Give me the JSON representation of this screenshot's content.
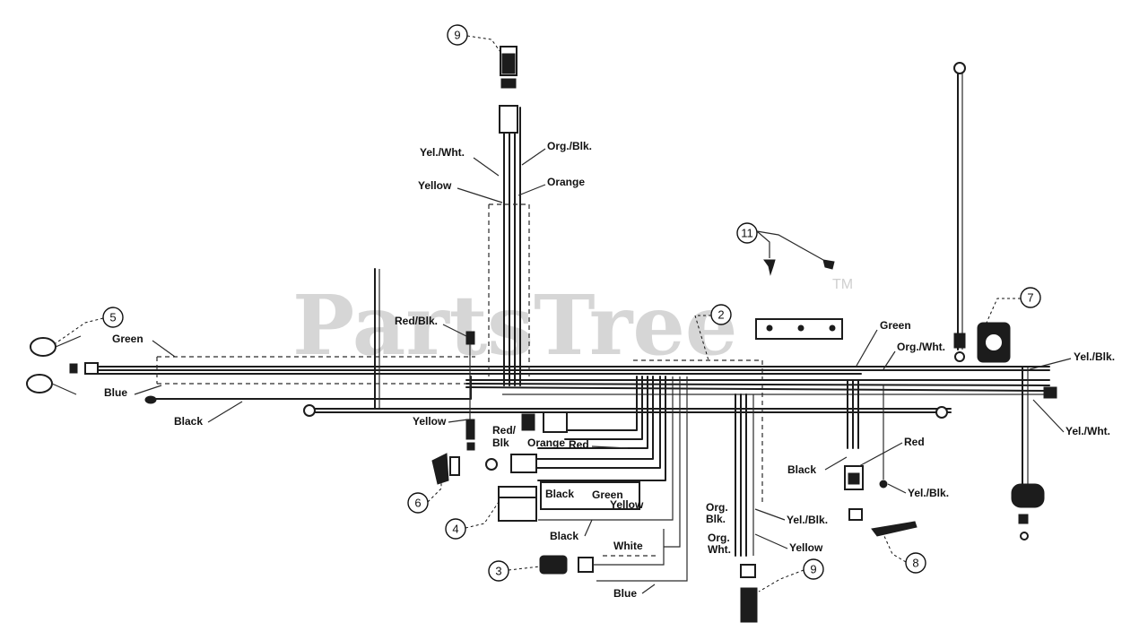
{
  "watermark": {
    "text": "PartsTree",
    "tm": "TM"
  },
  "callouts": [
    {
      "num": "2"
    },
    {
      "num": "3"
    },
    {
      "num": "4"
    },
    {
      "num": "5"
    },
    {
      "num": "6"
    },
    {
      "num": "7"
    },
    {
      "num": "8"
    },
    {
      "num": "9"
    },
    {
      "num": "9"
    },
    {
      "num": "11"
    }
  ],
  "labels": {
    "yel_wht_top": "Yel./Wht.",
    "org_blk_top": "Org./Blk.",
    "yellow_top": "Yellow",
    "orange_top": "Orange",
    "red_blk_left": "Red/Blk.",
    "green_left": "Green",
    "blue_left": "Blue",
    "black_left": "Black",
    "yellow_mid": "Yellow",
    "red_blk_mid_1": "Red/",
    "red_blk_mid_2": "Blk",
    "orange_mid": "Orange",
    "red_mid": "Red",
    "black_mid": "Black",
    "green_mid": "Green",
    "yellow_mid2": "Yellow",
    "black_bottom": "Black",
    "white_bottom": "White",
    "blue_bottom": "Blue",
    "org_blk_right_1": "Org.",
    "org_blk_right_2": "Blk.",
    "org_wht_right_1": "Org.",
    "org_wht_right_2": "Wht.",
    "yel_blk_mid": "Yel./Blk.",
    "yellow_right": "Yellow",
    "green_right": "Green",
    "org_wht_right": "Org./Wht.",
    "yel_blk_far": "Yel./Blk.",
    "yel_wht_far": "Yel./Wht.",
    "red_right": "Red",
    "black_right": "Black",
    "yel_blk_right": "Yel./Blk."
  }
}
